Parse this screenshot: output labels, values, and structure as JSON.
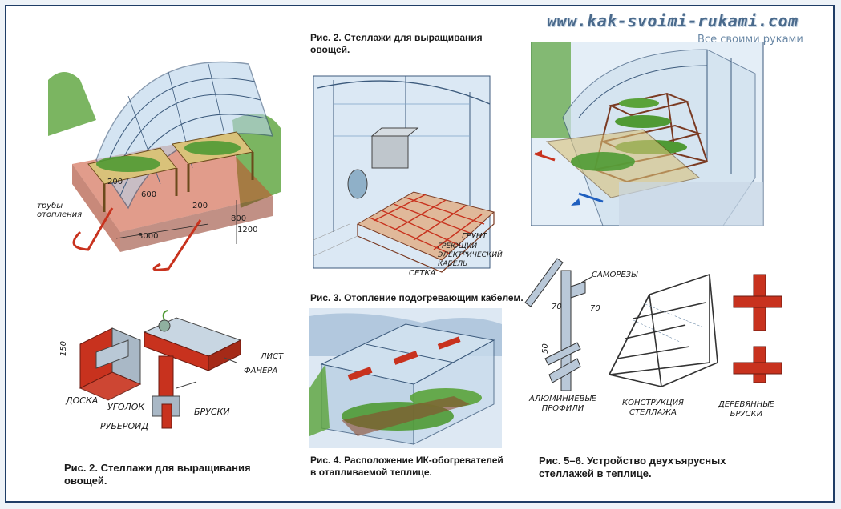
{
  "watermark": {
    "site": "www.kak-svoimi-rukami.com",
    "tagline": "Все своими руками"
  },
  "fig1": {
    "labels": {
      "pipes": "трубы\nотопления",
      "d200a": "200",
      "d600": "600",
      "d200b": "200",
      "d3000": "3000",
      "d800": "800",
      "d1200": "1200"
    }
  },
  "fig2_top": {
    "caption": "Рис. 2. Стеллажи для выращивания\nовощей."
  },
  "fig3": {
    "caption": "Рис. 3. Отопление подогревающим кабелем.",
    "labels": {
      "soil": "грунт",
      "cable": "греющий\nэлектрический\nкабель",
      "mesh": "сетка"
    }
  },
  "fig2_bottom": {
    "caption": "Рис. 2. Стеллажи для выращивания\nовощей.",
    "labels": {
      "d150": "150",
      "board": "доска",
      "sheet": "лист",
      "plywood": "фанера",
      "corner": "уголок",
      "bars": "бруски",
      "roofing": "рубероид"
    }
  },
  "fig4": {
    "caption": "Рис. 4. Расположение ИК-обогревателей\nв отапливаемой теплице."
  },
  "fig56": {
    "caption": "Рис. 5–6. Устройство двухъярусных\nстеллажей в теплице.",
    "labels": {
      "screws": "саморезы",
      "d70a": "70",
      "d70b": "70",
      "d50": "50",
      "alu": "алюминиевые\nпрофили",
      "construction": "конструкция\nстеллажа",
      "wood": "деревянные\nбруски"
    }
  },
  "colors": {
    "frame": "#1f3d66",
    "accent_red": "#c8321e",
    "glass": "#9fc0dd",
    "green": "#4f9a34",
    "watermark": "#4a6a8c"
  }
}
